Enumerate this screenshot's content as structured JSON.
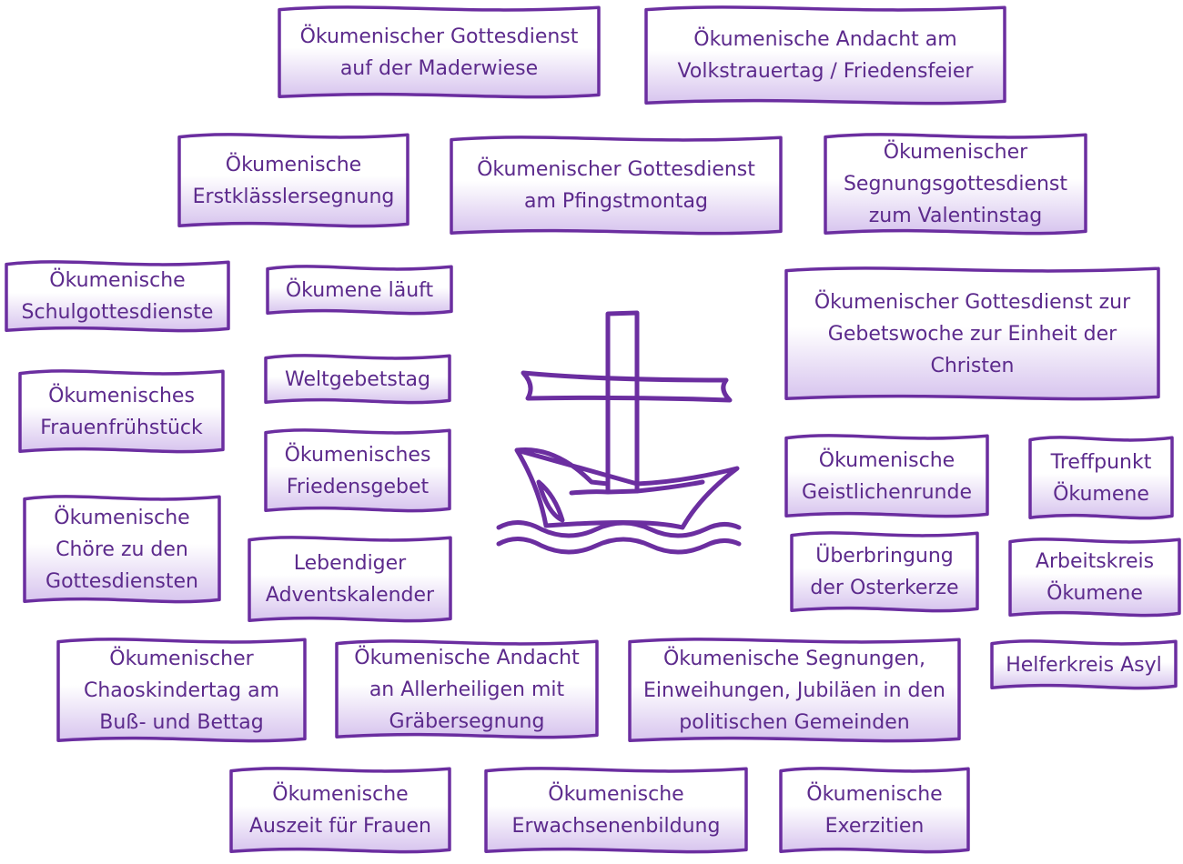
{
  "colors": {
    "border": "#6b2ea0",
    "text": "#5c2a8c",
    "fill_top": "#ffffff",
    "fill_bottom": "#d7c4ee"
  },
  "emblem": {
    "name": "ecumenical-ship-cross-icon"
  },
  "banners": [
    {
      "id": "maderwiese",
      "lines": [
        "Ökumenischer Gottesdienst",
        "auf der Maderwiese"
      ]
    },
    {
      "id": "volkstrauertag",
      "lines": [
        "Ökumenische Andacht am",
        "Volkstrauertag / Friedensfeier"
      ]
    },
    {
      "id": "erstklaessler",
      "lines": [
        "Ökumenische",
        "Erstklässlersegnung"
      ]
    },
    {
      "id": "pfingstmontag",
      "lines": [
        "Ökumenischer Gottesdienst",
        "am Pfingstmontag"
      ]
    },
    {
      "id": "valentinstag",
      "lines": [
        "Ökumenischer",
        "Segnungsgottesdienst",
        "zum Valentinstag"
      ]
    },
    {
      "id": "schulgottesdienste",
      "lines": [
        "Ökumenische",
        "Schulgottesdienste"
      ]
    },
    {
      "id": "oekumene-laeuft",
      "lines": [
        "Ökumene läuft"
      ]
    },
    {
      "id": "gebetswoche",
      "lines": [
        "Ökumenischer Gottesdienst zur",
        "Gebetswoche zur Einheit der",
        "Christen"
      ]
    },
    {
      "id": "frauenfruehstueck",
      "lines": [
        "Ökumenisches",
        "Frauenfrühstück"
      ]
    },
    {
      "id": "weltgebetstag",
      "lines": [
        "Weltgebetstag"
      ]
    },
    {
      "id": "friedensgebet",
      "lines": [
        "Ökumenisches",
        "Friedensgebet"
      ]
    },
    {
      "id": "geistlichenrunde",
      "lines": [
        "Ökumenische",
        "Geistlichenrunde"
      ]
    },
    {
      "id": "treffpunkt",
      "lines": [
        "Treffpunkt",
        "Ökumene"
      ]
    },
    {
      "id": "choere",
      "lines": [
        "Ökumenische",
        "Chöre zu den",
        "Gottesdiensten"
      ]
    },
    {
      "id": "adventskalender",
      "lines": [
        "Lebendiger",
        "Adventskalender"
      ]
    },
    {
      "id": "osterkerze",
      "lines": [
        "Überbringung",
        "der Osterkerze"
      ]
    },
    {
      "id": "arbeitskreis",
      "lines": [
        "Arbeitskreis",
        "Ökumene"
      ]
    },
    {
      "id": "helferkreis",
      "lines": [
        "Helferkreis Asyl"
      ]
    },
    {
      "id": "chaoskindertag",
      "lines": [
        "Ökumenischer",
        "Chaoskindertag am",
        "Buß- und Bettag"
      ]
    },
    {
      "id": "allerheiligen",
      "lines": [
        "Ökumenische Andacht",
        "an Allerheiligen mit",
        "Gräbersegnung"
      ]
    },
    {
      "id": "segnungen",
      "lines": [
        "Ökumenische Segnungen,",
        "Einweihungen, Jubiläen in den",
        "politischen Gemeinden"
      ]
    },
    {
      "id": "auszeit",
      "lines": [
        "Ökumenische",
        "Auszeit für Frauen"
      ]
    },
    {
      "id": "erwachsenenbildung",
      "lines": [
        "Ökumenische",
        "Erwachsenenbildung"
      ]
    },
    {
      "id": "exerzitien",
      "lines": [
        "Ökumenische",
        "Exerzitien"
      ]
    }
  ]
}
